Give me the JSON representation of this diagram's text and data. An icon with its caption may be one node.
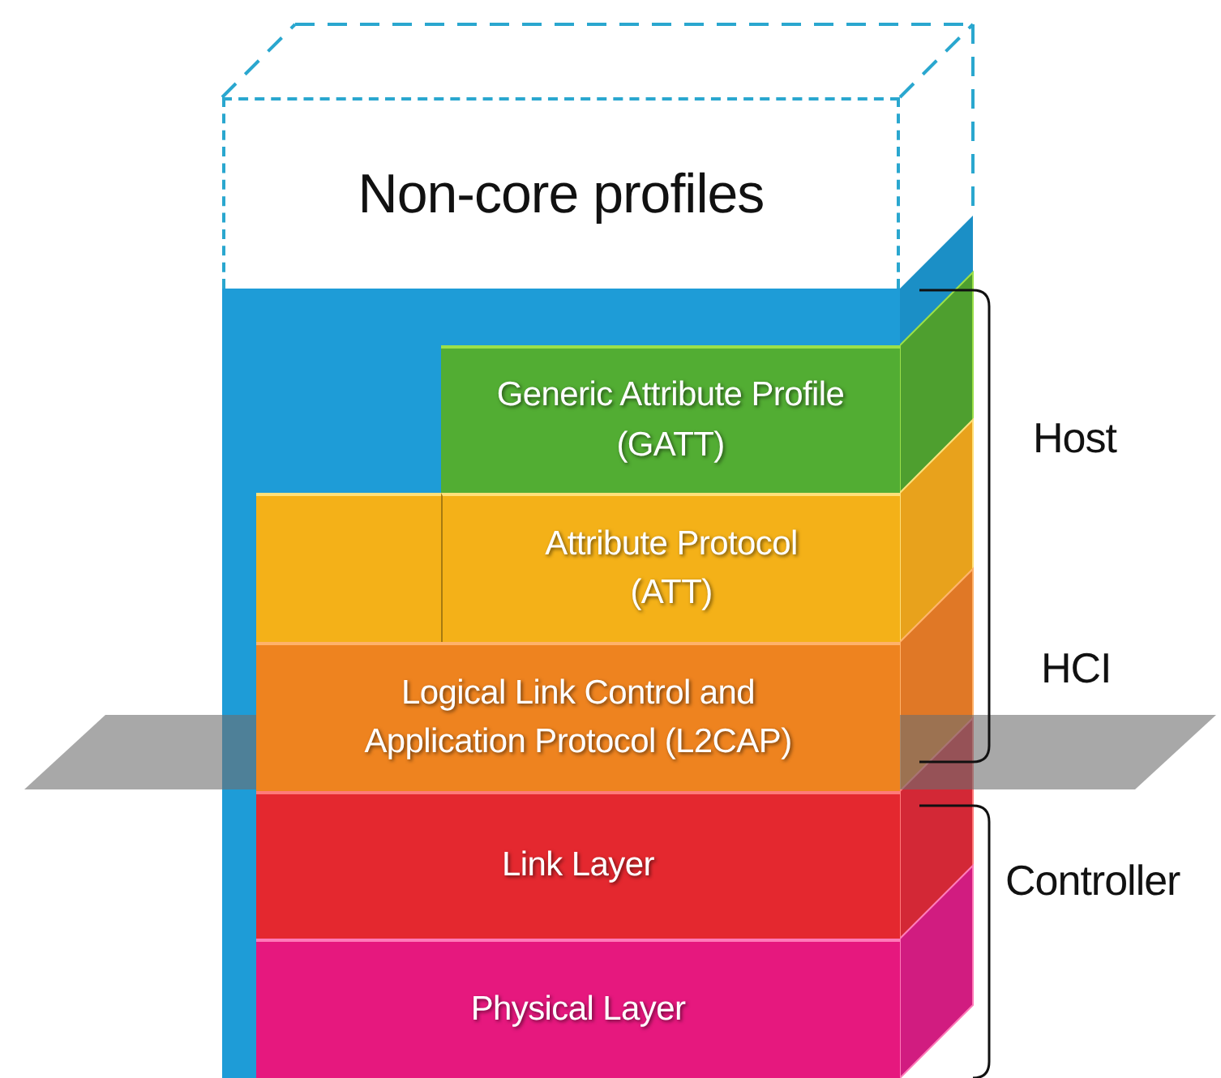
{
  "diagram": {
    "nodes": [
      {
        "text": [
          "Non-core profiles"
        ]
      },
      {
        "text": [],
        "shape": "box"
      },
      {
        "text": [
          "Generic Attribute Profile (GATT)"
        ],
        "in": 1
      },
      {
        "text": [],
        "shape": "box",
        "in": 1
      },
      {
        "text": [
          "Attribute Protocol (ATT)"
        ],
        "in": 1
      },
      {
        "text": [
          "Logical Link Control and Application Protocol (L2CAP)"
        ],
        "in": 1
      },
      {
        "text": [
          "Link Layer"
        ],
        "in": 1
      },
      {
        "text": [
          "Physical Layer"
        ],
        "in": 1
      }
    ],
    "labels": [
      "Host",
      "HCI",
      "Controller"
    ]
  }
}
